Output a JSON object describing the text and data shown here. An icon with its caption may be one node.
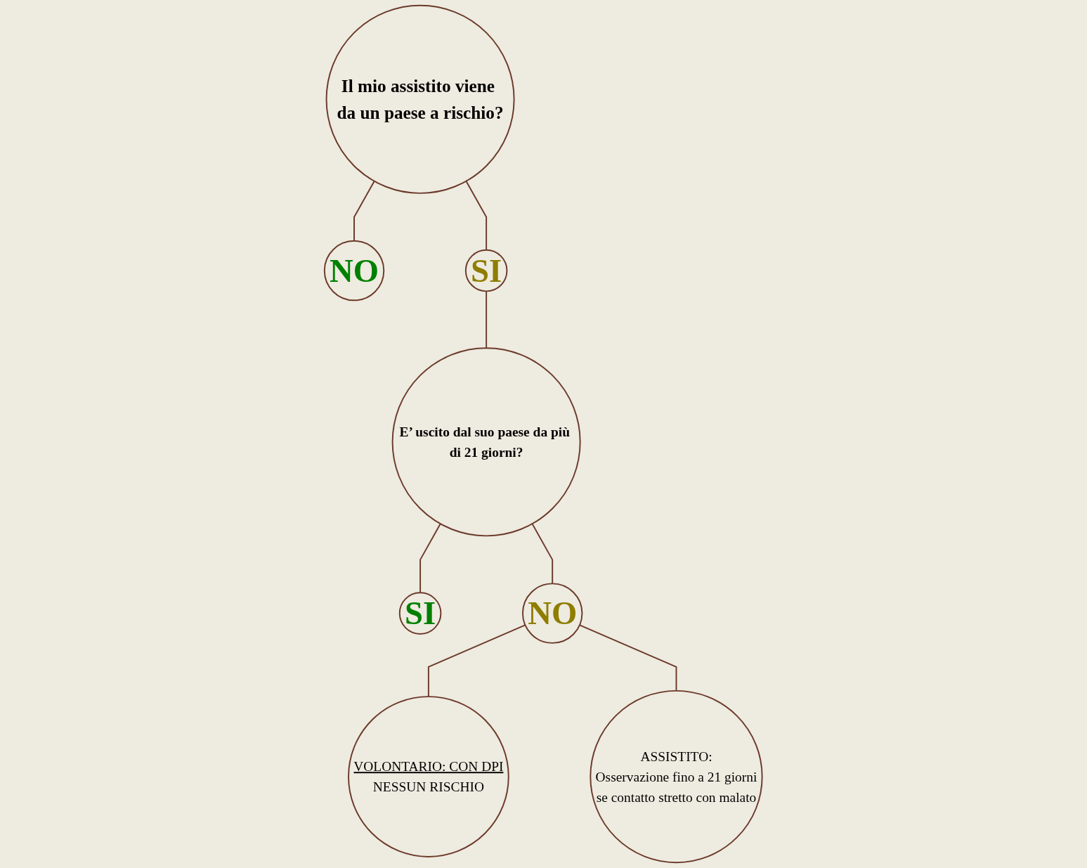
{
  "diagram": {
    "nodes": [
      {
        "text": [
          "Il mio assistito viene da un paese a rischio?"
        ]
      },
      {
        "text": [
          "NO"
        ]
      },
      {
        "text": [
          "SI"
        ]
      },
      {
        "text": [
          "E’ uscito dal suo paese da più di 21 giorni?"
        ]
      },
      {
        "text": [
          "SI"
        ]
      },
      {
        "text": [
          "NO"
        ]
      },
      {
        "text": [
          "VOLONTARIO: CON DPI",
          "NESSUN RISCHIO"
        ]
      },
      {
        "text": [
          "ASSISTITO:",
          "Osservazione fino a 21 giorni",
          "se contatto stretto con malato"
        ]
      }
    ],
    "edges": [
      {
        "from": 0,
        "to": 1,
        "arrow": "none"
      },
      {
        "from": 0,
        "to": 2,
        "arrow": "none"
      },
      {
        "from": 2,
        "to": 3,
        "arrow": "none"
      },
      {
        "from": 3,
        "to": 4,
        "arrow": "none"
      },
      {
        "from": 3,
        "to": 5,
        "arrow": "none"
      },
      {
        "from": 5,
        "to": 6,
        "arrow": "none"
      },
      {
        "from": 5,
        "to": 7,
        "arrow": "none"
      }
    ]
  }
}
